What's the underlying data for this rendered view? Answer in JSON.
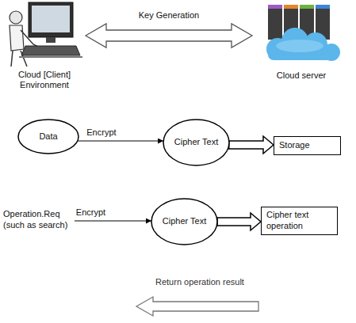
{
  "diagram": {
    "nodes": [
      {
        "text": [
          "Cloud [Client] Environment"
        ]
      },
      {
        "text": [
          "Cloud server"
        ]
      },
      {
        "text": [
          "Data"
        ]
      },
      {
        "text": [
          "Cipher Text"
        ]
      },
      {
        "text": [
          "Storage"
        ]
      },
      {
        "text": [
          "Operation.Req (such as search)"
        ]
      },
      {
        "text": [
          "Cipher Text"
        ]
      },
      {
        "text": [
          "Cipher text operation"
        ]
      }
    ],
    "edges": [
      {
        "from": 0,
        "to": 1,
        "arrow": "both",
        "label": "Key Generation"
      },
      {
        "from": 2,
        "to": 3,
        "arrow": "to",
        "label": "Encrypt"
      },
      {
        "from": 3,
        "to": 4,
        "arrow": "to"
      },
      {
        "from": 5,
        "to": 6,
        "arrow": "to",
        "label": "Encrypt"
      },
      {
        "from": 6,
        "to": 7,
        "arrow": "to"
      }
    ],
    "labels": [
      "Return operation result"
    ]
  }
}
